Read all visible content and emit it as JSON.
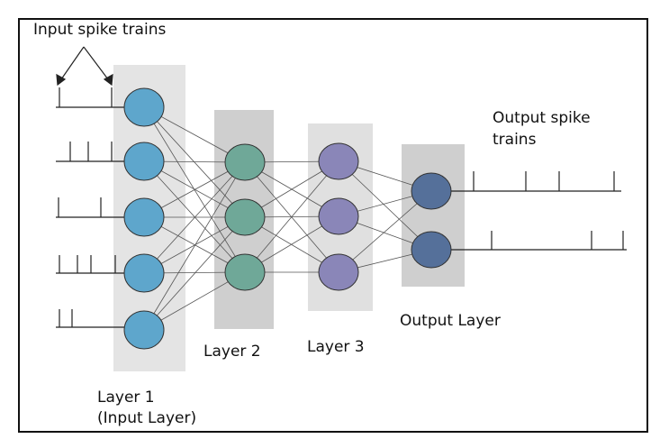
{
  "labels": {
    "input_spike_trains": "Input spike trains",
    "output_spike_trains_line1": "Output spike",
    "output_spike_trains_line2": "trains",
    "layer1_line1": "Layer 1",
    "layer1_line2": "(Input Layer)",
    "layer2": "Layer 2",
    "layer3": "Layer 3",
    "output_layer": "Output Layer"
  },
  "layers": [
    {
      "name": "layer-1",
      "neurons": 5,
      "neuron_color": "#5ea6cc",
      "panel_color": "#e4e4e4"
    },
    {
      "name": "layer-2",
      "neurons": 3,
      "neuron_color": "#6fa898",
      "panel_color": "#cfcfcf"
    },
    {
      "name": "layer-3",
      "neurons": 3,
      "neuron_color": "#8a86b8",
      "panel_color": "#e0e0e0"
    },
    {
      "name": "output-layer",
      "neurons": 2,
      "neuron_color": "#55709a",
      "panel_color": "#cfcfcf"
    }
  ],
  "colors": {
    "stroke": "#333333",
    "connection": "#555555"
  }
}
